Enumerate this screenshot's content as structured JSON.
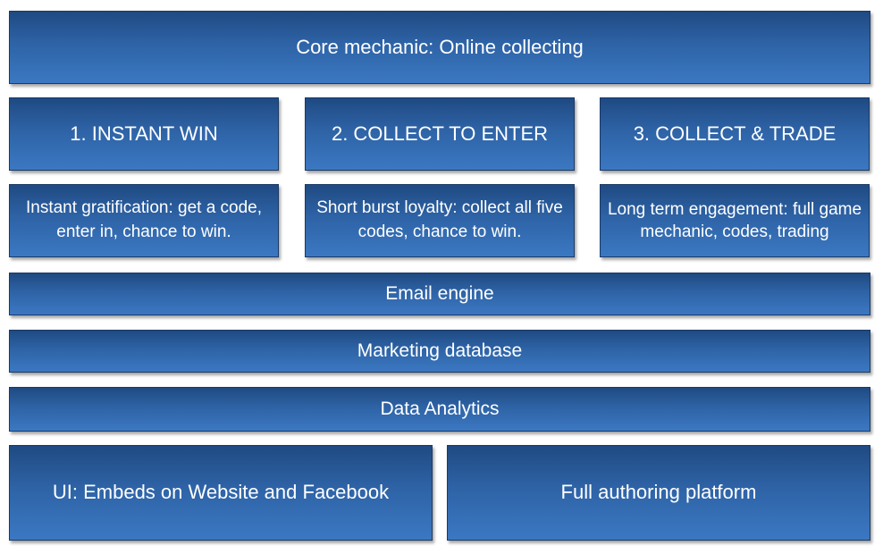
{
  "core": {
    "label": "Core mechanic: Online collecting"
  },
  "tiers": [
    {
      "title": "1. INSTANT WIN",
      "description": "Instant gratification: get a code, enter in, chance to win."
    },
    {
      "title": "2. COLLECT TO ENTER",
      "description": "Short burst loyalty: collect all five codes, chance to win."
    },
    {
      "title": "3. COLLECT & TRADE",
      "description": "Long term engagement: full game mechanic, codes, trading"
    }
  ],
  "layers": {
    "email": "Email engine",
    "marketing": "Marketing database",
    "analytics": "Data Analytics"
  },
  "platform": {
    "ui": "UI: Embeds on Website and Facebook",
    "authoring": "Full authoring platform"
  },
  "colors": {
    "box_top": "#1f4a82",
    "box_bottom": "#3b78c2",
    "border": "#1a3a66",
    "text": "#ffffff"
  }
}
